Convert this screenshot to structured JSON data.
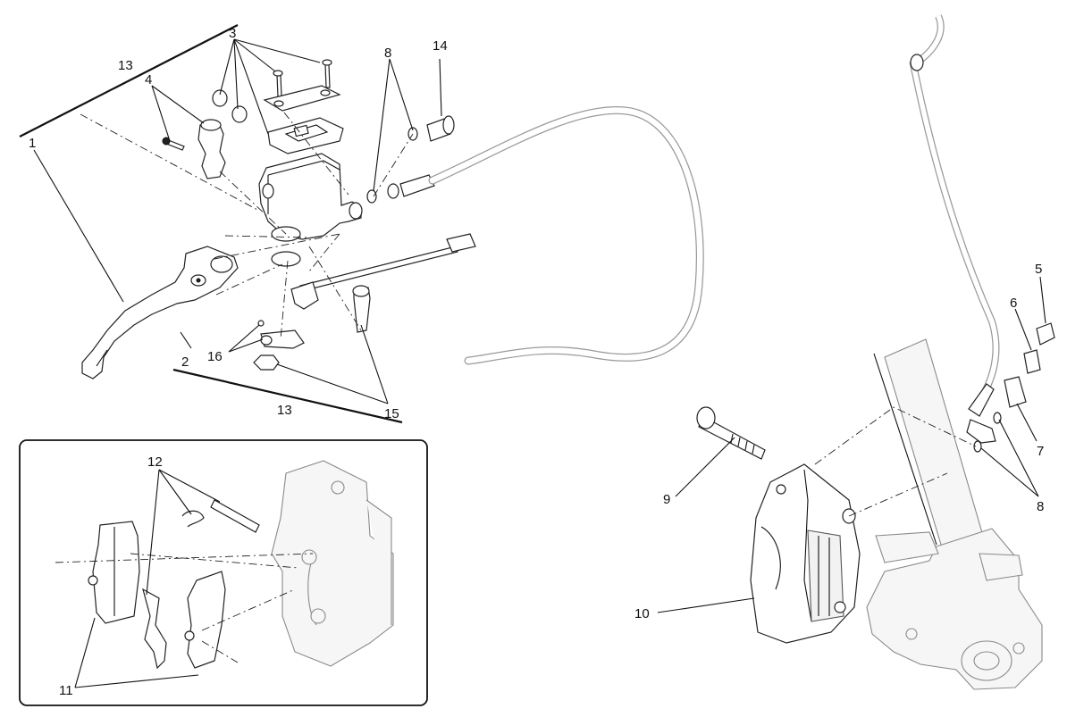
{
  "callouts": {
    "c1": "1",
    "c2": "2",
    "c3": "3",
    "c4": "4",
    "c5": "5",
    "c6": "6",
    "c7": "7",
    "c8a": "8",
    "c8b": "8",
    "c9": "9",
    "c10": "10",
    "c11": "11",
    "c12": "12",
    "c13a": "13",
    "c13b": "13",
    "c14": "14",
    "c15": "15",
    "c16": "16"
  }
}
